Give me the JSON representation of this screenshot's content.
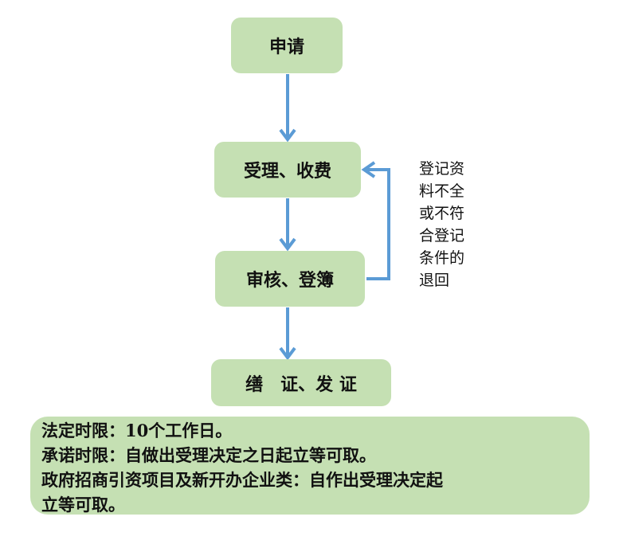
{
  "steps": {
    "apply": "申请",
    "accept": "受理、收费",
    "review": "审核、登簿",
    "issue": "缮　证、发 证"
  },
  "return_note": [
    "登记资",
    "料不全",
    "或不符",
    "合登记",
    "条件的",
    "退回"
  ],
  "time_limits": [
    "法定时限：10个工作日。",
    "承诺时限：自做出受理决定之日起立等可取。",
    "政府招商引资项目及新开办企业类：自作出受理决定起",
    "立等可取。"
  ],
  "colors": {
    "box": "#c5e0b3",
    "arrow": "#5b9bd5"
  }
}
